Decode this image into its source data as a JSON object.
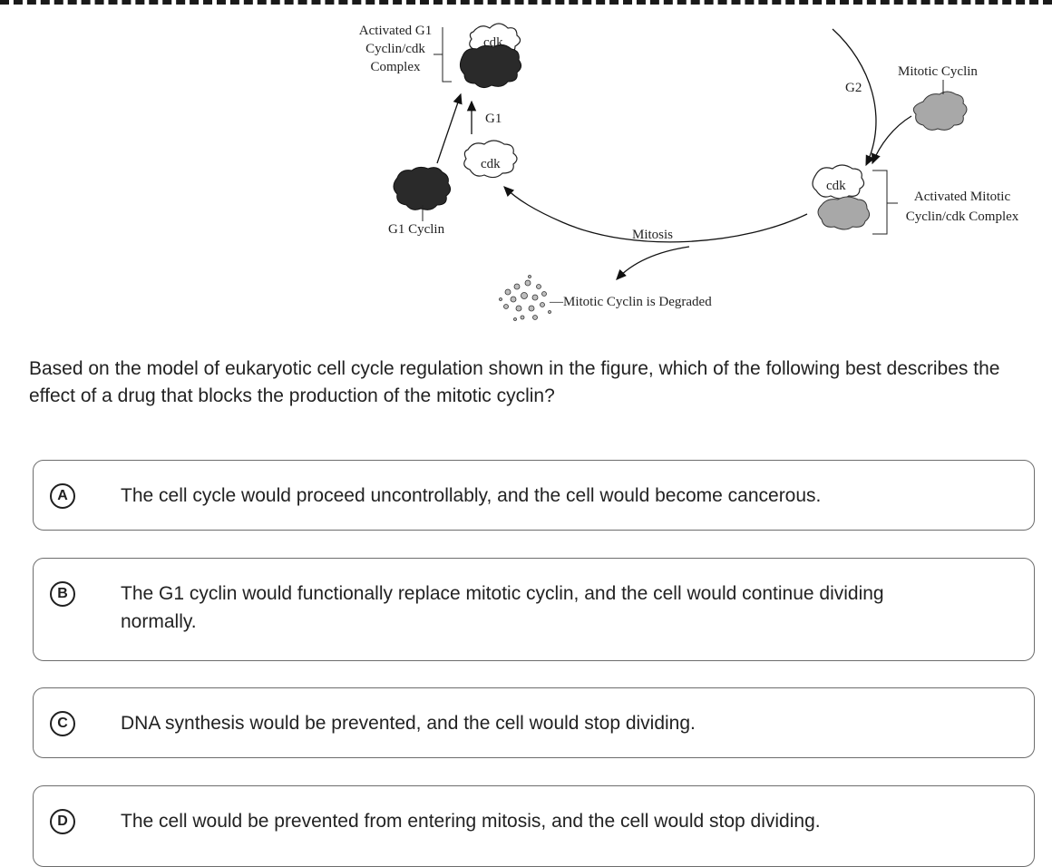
{
  "figure": {
    "activated_g1_complex": "Activated G1 Cyclin/cdk Complex",
    "cdk_top": "cdk",
    "cdk_mid": "cdk",
    "cdk_right": "cdk",
    "g1_arrow": "G1",
    "g1_cyclin": "G1 Cyclin",
    "g2_arrow": "G2",
    "mitotic_cyclin": "Mitotic Cyclin",
    "activated_mitotic_complex": "Activated Mitotic Cyclin/cdk Complex",
    "mitosis": "Mitosis",
    "degraded": "—Mitotic Cyclin is Degraded"
  },
  "question": "Based on the model of eukaryotic cell cycle regulation shown in the figure, which of the following best describes the effect of a drug that blocks the production of the mitotic cyclin?",
  "options": [
    {
      "letter": "A",
      "text": "The cell cycle would proceed uncontrollably, and the cell would become cancerous."
    },
    {
      "letter": "B",
      "text": "The G1 cyclin would functionally replace mitotic cyclin, and the cell would continue dividing normally."
    },
    {
      "letter": "C",
      "text": "DNA synthesis would be prevented, and the cell would stop dividing."
    },
    {
      "letter": "D",
      "text": "The cell would be prevented from entering mitosis, and the cell would stop dividing."
    }
  ]
}
